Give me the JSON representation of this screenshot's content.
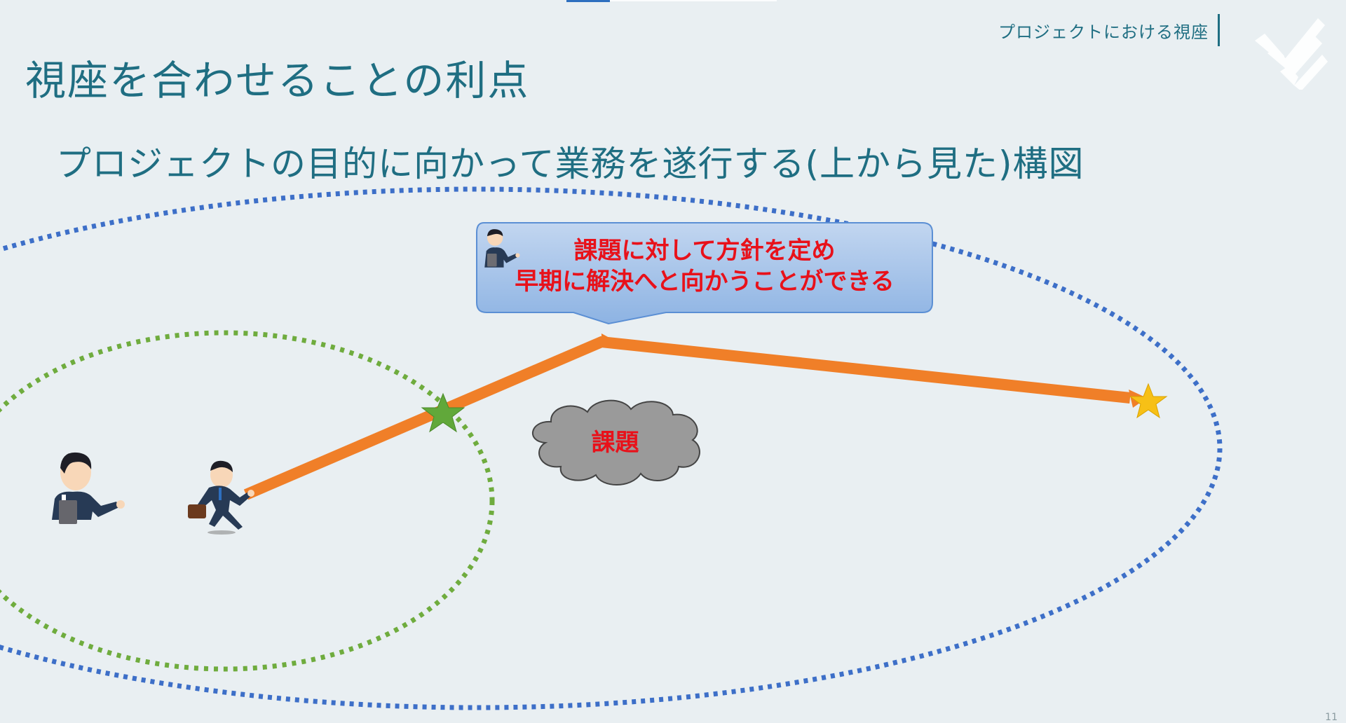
{
  "header": {
    "section_label": "プロジェクトにおける視座",
    "logo_icon": "brand-chevron-logo-icon"
  },
  "slide": {
    "title": "視座を合わせることの利点",
    "subtitle": "プロジェクトの目的に向かって業務を遂行する(上から見た)構図",
    "page_number": "11"
  },
  "diagram": {
    "callout_line1": "課題に対して方針を定め",
    "callout_line2": "早期に解決へと向かうことができる",
    "cloud_label": "課題",
    "icons": [
      "manager-pointing-icon",
      "businessman-running-icon",
      "green-star-icon",
      "gold-star-icon",
      "issue-cloud-icon",
      "orange-path-arrow-icon"
    ],
    "colors": {
      "title": "#1f6e82",
      "outer_ellipse": "#3d6fc8",
      "inner_ellipse": "#6fac3e",
      "arrow": "#f07f28",
      "callout_fill": "#a6c4ea",
      "callout_text": "#e8111a",
      "cloud_fill": "#9a9a9a",
      "green_star": "#61a83a",
      "gold_star": "#f7c016"
    }
  }
}
